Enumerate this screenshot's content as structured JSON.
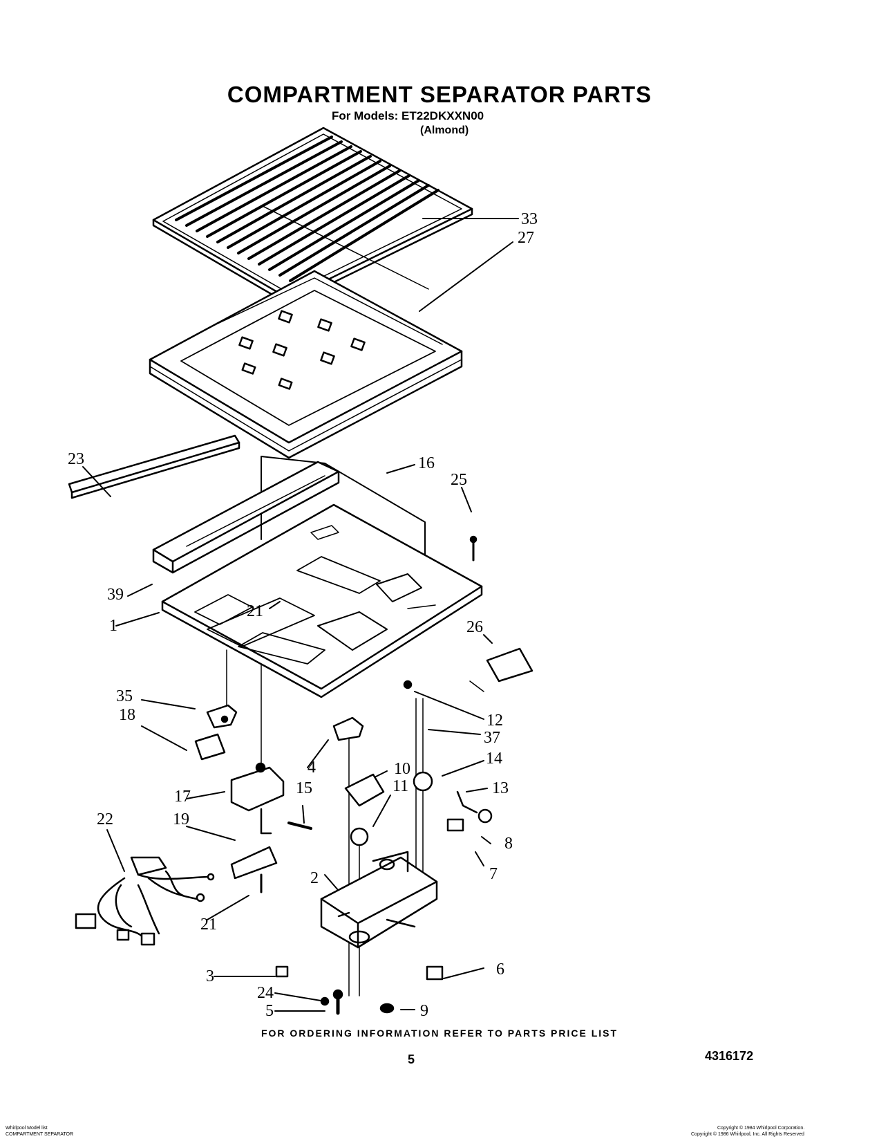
{
  "header": {
    "title": "COMPARTMENT SEPARATOR PARTS",
    "models_line": "For Models: ET22DKXXN00",
    "variant": "(Almond)"
  },
  "callouts": [
    "33",
    "27",
    "23",
    "16",
    "25",
    "39",
    "21",
    "1",
    "26",
    "35",
    "18",
    "12",
    "37",
    "4",
    "14",
    "10",
    "11",
    "13",
    "17",
    "15",
    "22",
    "19",
    "8",
    "2",
    "7",
    "21",
    "3",
    "6",
    "24",
    "5",
    "9"
  ],
  "footer": {
    "ordering_note": "FOR ORDERING INFORMATION REFER TO PARTS PRICE LIST",
    "page_number": "5",
    "document_number": "4316172",
    "left_fine_print_1": "Whirlpool Model list",
    "left_fine_print_2": "COMPARTMENT SEPARATOR",
    "right_fine_print_1": "Copyright © 1984 Whirlpool Corporation.",
    "right_fine_print_2": "Copyright © 1986 Whirlpool, Inc. All Rights Reserved"
  }
}
